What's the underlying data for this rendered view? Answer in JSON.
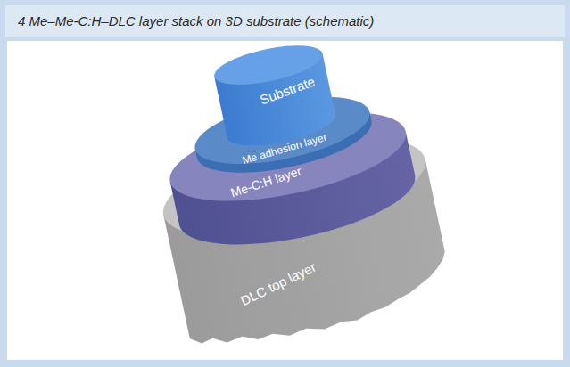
{
  "diagram": {
    "title": "4 Me–Me-C:H–DLC layer stack on 3D substrate (schematic)",
    "nodes": [
      {
        "text": [
          "Substrate"
        ]
      },
      {
        "text": [
          "Me adhesion layer"
        ]
      },
      {
        "text": [
          "Me-C:H layer"
        ]
      },
      {
        "text": [
          "DLC top layer"
        ]
      }
    ]
  }
}
